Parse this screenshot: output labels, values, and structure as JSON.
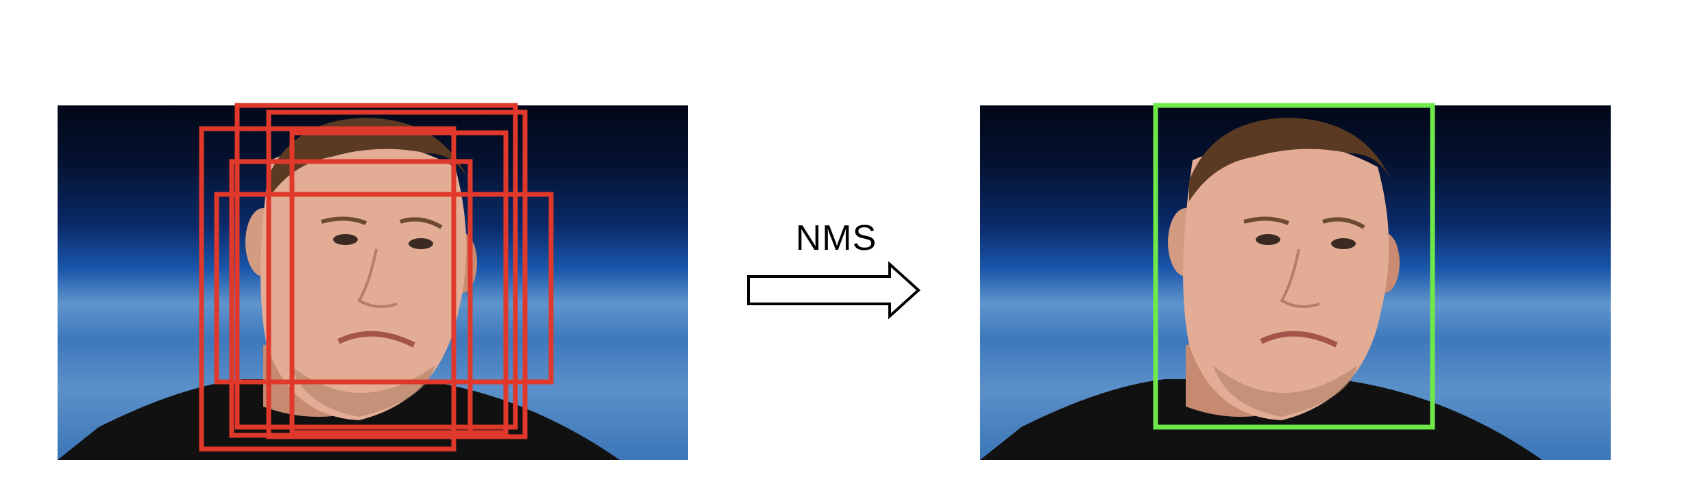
{
  "diagram": {
    "label": "NMS",
    "colors": {
      "candidate_box": "#e0392b",
      "kept_box": "#6fe84a",
      "arrow_stroke": "#000000"
    },
    "panels": [
      {
        "role": "before",
        "description_icon": "face-photo",
        "boxes": "multiple-overlapping"
      },
      {
        "role": "after",
        "description_icon": "face-photo",
        "boxes": "single"
      }
    ]
  }
}
